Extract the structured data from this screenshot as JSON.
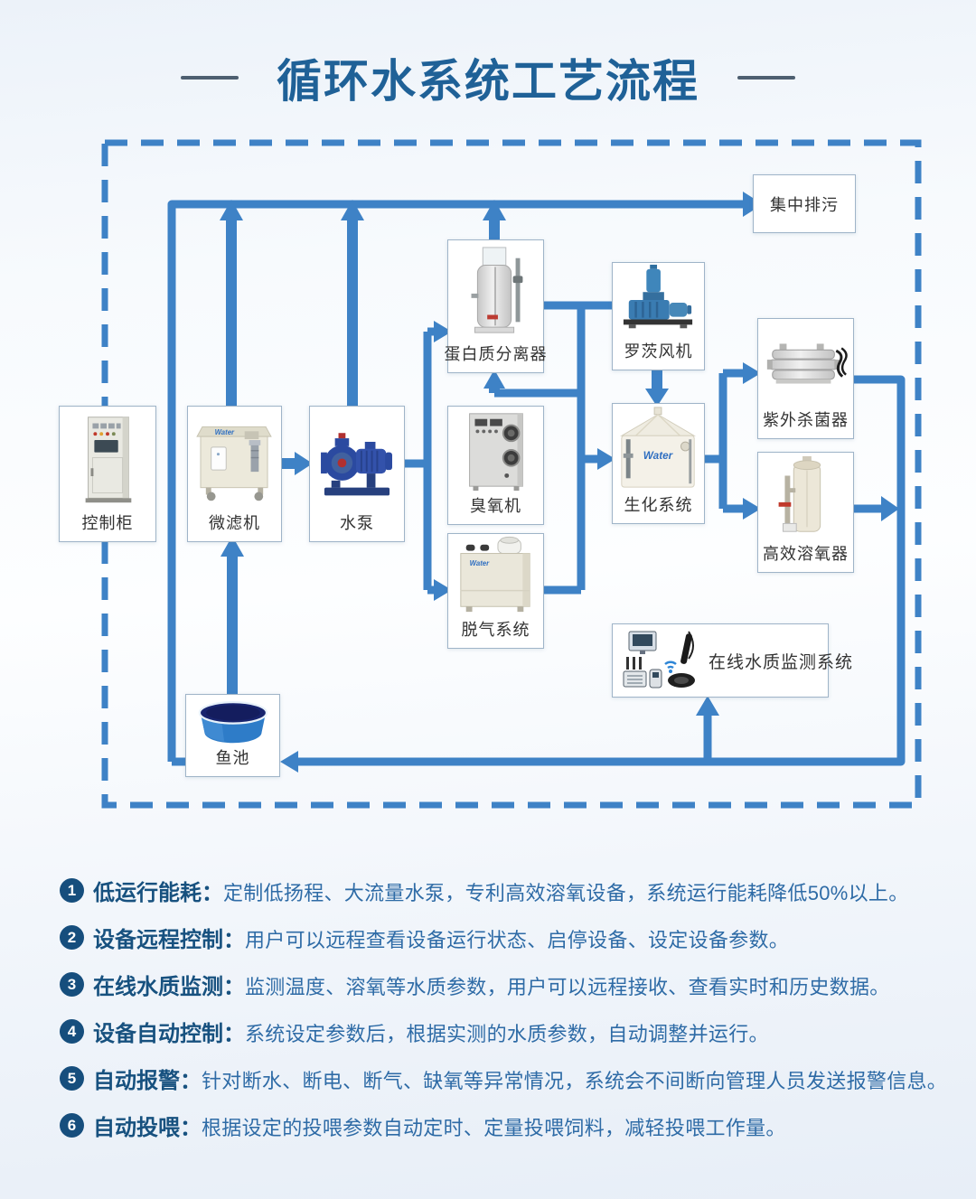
{
  "title": "循环水系统工艺流程",
  "brand": "Water",
  "colors": {
    "line": "#3e82c6",
    "title": "#1f6197",
    "feature_label": "#17517f",
    "feature_text": "#2e6ba6",
    "badge_bg": "#164e7d"
  },
  "diagram": {
    "nodes": {
      "control_cabinet": {
        "label": "控制柜"
      },
      "microfilter": {
        "label": "微滤机"
      },
      "pump": {
        "label": "水泵"
      },
      "protein_separator": {
        "label": "蛋白质分离器"
      },
      "ozone_machine": {
        "label": "臭氧机"
      },
      "degassing_system": {
        "label": "脱气系统"
      },
      "roots_blower": {
        "label": "罗茨风机"
      },
      "bio_system": {
        "label": "生化系统"
      },
      "uv_sterilizer": {
        "label": "紫外杀菌器"
      },
      "oxygen_dissolver": {
        "label": "高效溶氧器"
      },
      "water_quality_monitor": {
        "label": "在线水质监测系统"
      },
      "central_drain": {
        "label": "集中排污"
      },
      "fish_pond": {
        "label": "鱼池"
      }
    }
  },
  "features": [
    {
      "num": "1",
      "label": "低运行能耗：",
      "text": "定制低扬程、大流量水泵，专利高效溶氧设备，系统运行能耗降低50%以上。"
    },
    {
      "num": "2",
      "label": "设备远程控制：",
      "text": "用户可以远程查看设备运行状态、启停设备、设定设备参数。"
    },
    {
      "num": "3",
      "label": "在线水质监测：",
      "text": "监测温度、溶氧等水质参数，用户可以远程接收、查看实时和历史数据。"
    },
    {
      "num": "4",
      "label": "设备自动控制：",
      "text": "系统设定参数后，根据实测的水质参数，自动调整并运行。"
    },
    {
      "num": "5",
      "label": "自动报警：",
      "text": "针对断水、断电、断气、缺氧等异常情况，系统会不间断向管理人员发送报警信息。"
    },
    {
      "num": "6",
      "label": "自动投喂：",
      "text": "根据设定的投喂参数自动定时、定量投喂饲料，减轻投喂工作量。"
    }
  ]
}
